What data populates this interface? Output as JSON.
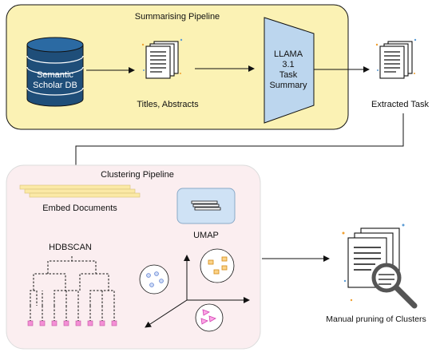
{
  "summarising": {
    "title": "Summarising Pipeline",
    "db_line1": "Semantic",
    "db_line2": "Scholar DB",
    "titles_label": "Titles, Abstracts",
    "llama_line1": "LLAMA",
    "llama_line2": "3.1",
    "llama_line3": "Task",
    "llama_line4": "Summary",
    "extracted_label": "Extracted Task"
  },
  "clustering": {
    "title": "Clustering Pipeline",
    "embed_label": "Embed Documents",
    "umap_label": "UMAP",
    "hdbscan_label": "HDBSCAN"
  },
  "output": {
    "manual_label": "Manual pruning of Clusters"
  },
  "colors": {
    "summarising_bg": "#fbf2b4",
    "clustering_bg": "#fbeef0",
    "database": "#1f4e79",
    "llama": "#bcd6ee",
    "umap_box": "#cfe2f5",
    "embed_bars": "#fbe9a6",
    "leaf": "#f48fd6",
    "cluster_blue": "#8fa8e6",
    "cluster_orange": "#f5b041",
    "cluster_pink": "#f26ed4"
  }
}
